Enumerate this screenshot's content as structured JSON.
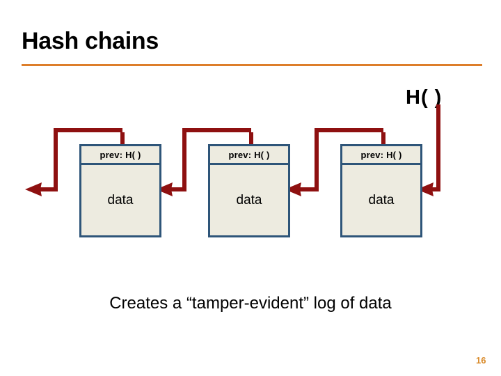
{
  "slide": {
    "title": "Hash chains",
    "caption": "Creates a “tamper-evident” log of data",
    "page_number": "16",
    "hash_label": "H(  )"
  },
  "colors": {
    "title_rule": "#DD7E2A",
    "block_border": "#2E5579",
    "block_fill": "#EDEBE0",
    "arrow": "#8E1010",
    "page_number": "#D98B2B",
    "text": "#000000",
    "background": "#FFFFFF"
  },
  "blocks": [
    {
      "header": "prev: H(  )",
      "body": "data"
    },
    {
      "header": "prev: H(  )",
      "body": "data"
    },
    {
      "header": "prev: H(  )",
      "body": "data"
    }
  ],
  "arrows": {
    "description": "Each block's header hash pointer routes up and left into the previous block's data cell",
    "count": 4
  }
}
